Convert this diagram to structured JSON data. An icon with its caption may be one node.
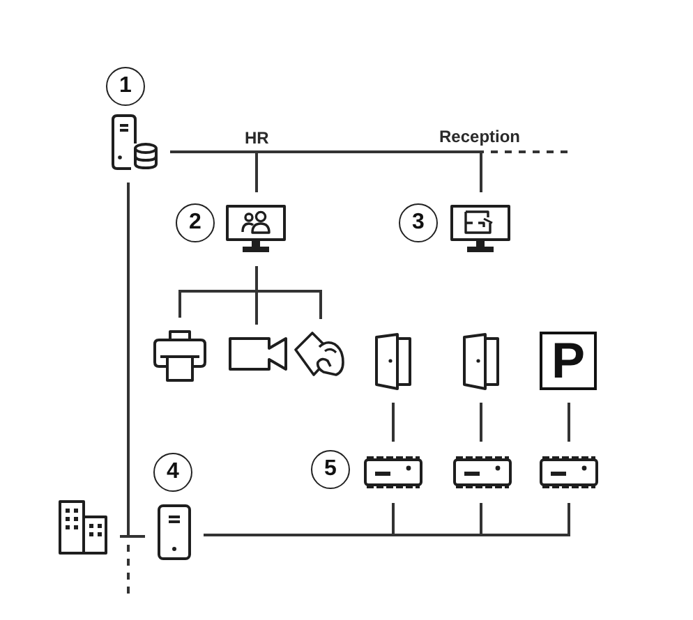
{
  "diagram": {
    "nodes": [
      {
        "text": [],
        "shape": "picture",
        "beside": [
          "1"
        ]
      },
      {
        "text": [],
        "shape": "picture",
        "beside": [
          "2"
        ]
      },
      {
        "text": [],
        "shape": "picture",
        "beside": [
          "3"
        ]
      },
      {
        "text": [],
        "shape": "picture"
      },
      {
        "text": [],
        "shape": "picture"
      },
      {
        "text": [],
        "shape": "picture"
      },
      {
        "text": [],
        "shape": "picture"
      },
      {
        "text": [],
        "shape": "picture"
      },
      {
        "text": [
          "P"
        ]
      },
      {
        "text": [],
        "shape": "picture",
        "beside": [
          "5"
        ]
      },
      {
        "text": [],
        "shape": "picture"
      },
      {
        "text": [],
        "shape": "picture"
      },
      {
        "text": [],
        "shape": "picture"
      },
      {
        "text": [],
        "shape": "picture",
        "beside": [
          "4"
        ]
      }
    ],
    "edges": [
      {
        "from": 0,
        "to": 1,
        "arrow": "none",
        "label": "HR"
      },
      {
        "from": 0,
        "to": 2,
        "arrow": "none",
        "label": "Reception"
      },
      {
        "from": 0,
        "to": null,
        "arrow": "none",
        "style": "dashed"
      },
      {
        "from": 0,
        "to": 12,
        "arrow": "none"
      },
      {
        "from": 0,
        "to": 13,
        "arrow": "none"
      },
      {
        "from": 0,
        "to": null,
        "arrow": "none",
        "style": "dashed"
      },
      {
        "from": 1,
        "to": 3,
        "arrow": "none"
      },
      {
        "from": 1,
        "to": 4,
        "arrow": "none"
      },
      {
        "from": 1,
        "to": 5,
        "arrow": "none"
      },
      {
        "from": 6,
        "to": 9,
        "arrow": "none"
      },
      {
        "from": 7,
        "to": 10,
        "arrow": "none"
      },
      {
        "from": 8,
        "to": 11,
        "arrow": "none"
      },
      {
        "from": 13,
        "to": 9,
        "arrow": "none"
      },
      {
        "from": 13,
        "to": 10,
        "arrow": "none"
      },
      {
        "from": 13,
        "to": 11,
        "arrow": "none"
      }
    ]
  }
}
